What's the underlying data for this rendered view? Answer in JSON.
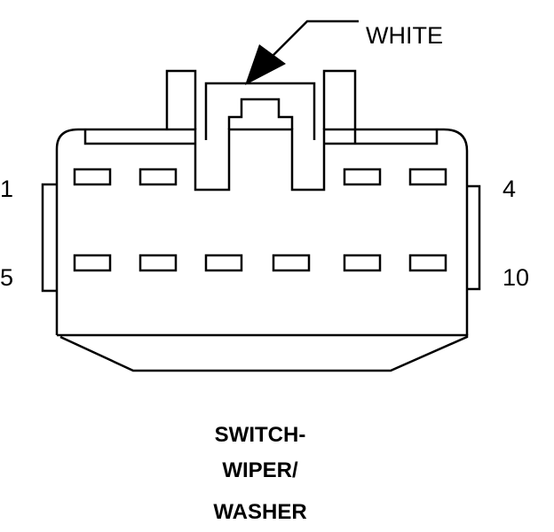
{
  "diagram": {
    "callout": {
      "color_label": "WHITE"
    },
    "pins": {
      "top_left": "1",
      "top_right": "4",
      "bottom_left": "5",
      "bottom_right": "10"
    },
    "title_lines": [
      "SWITCH-",
      "WIPER/",
      "WASHER"
    ]
  },
  "colors": {
    "line": "#000000",
    "background": "#ffffff"
  }
}
